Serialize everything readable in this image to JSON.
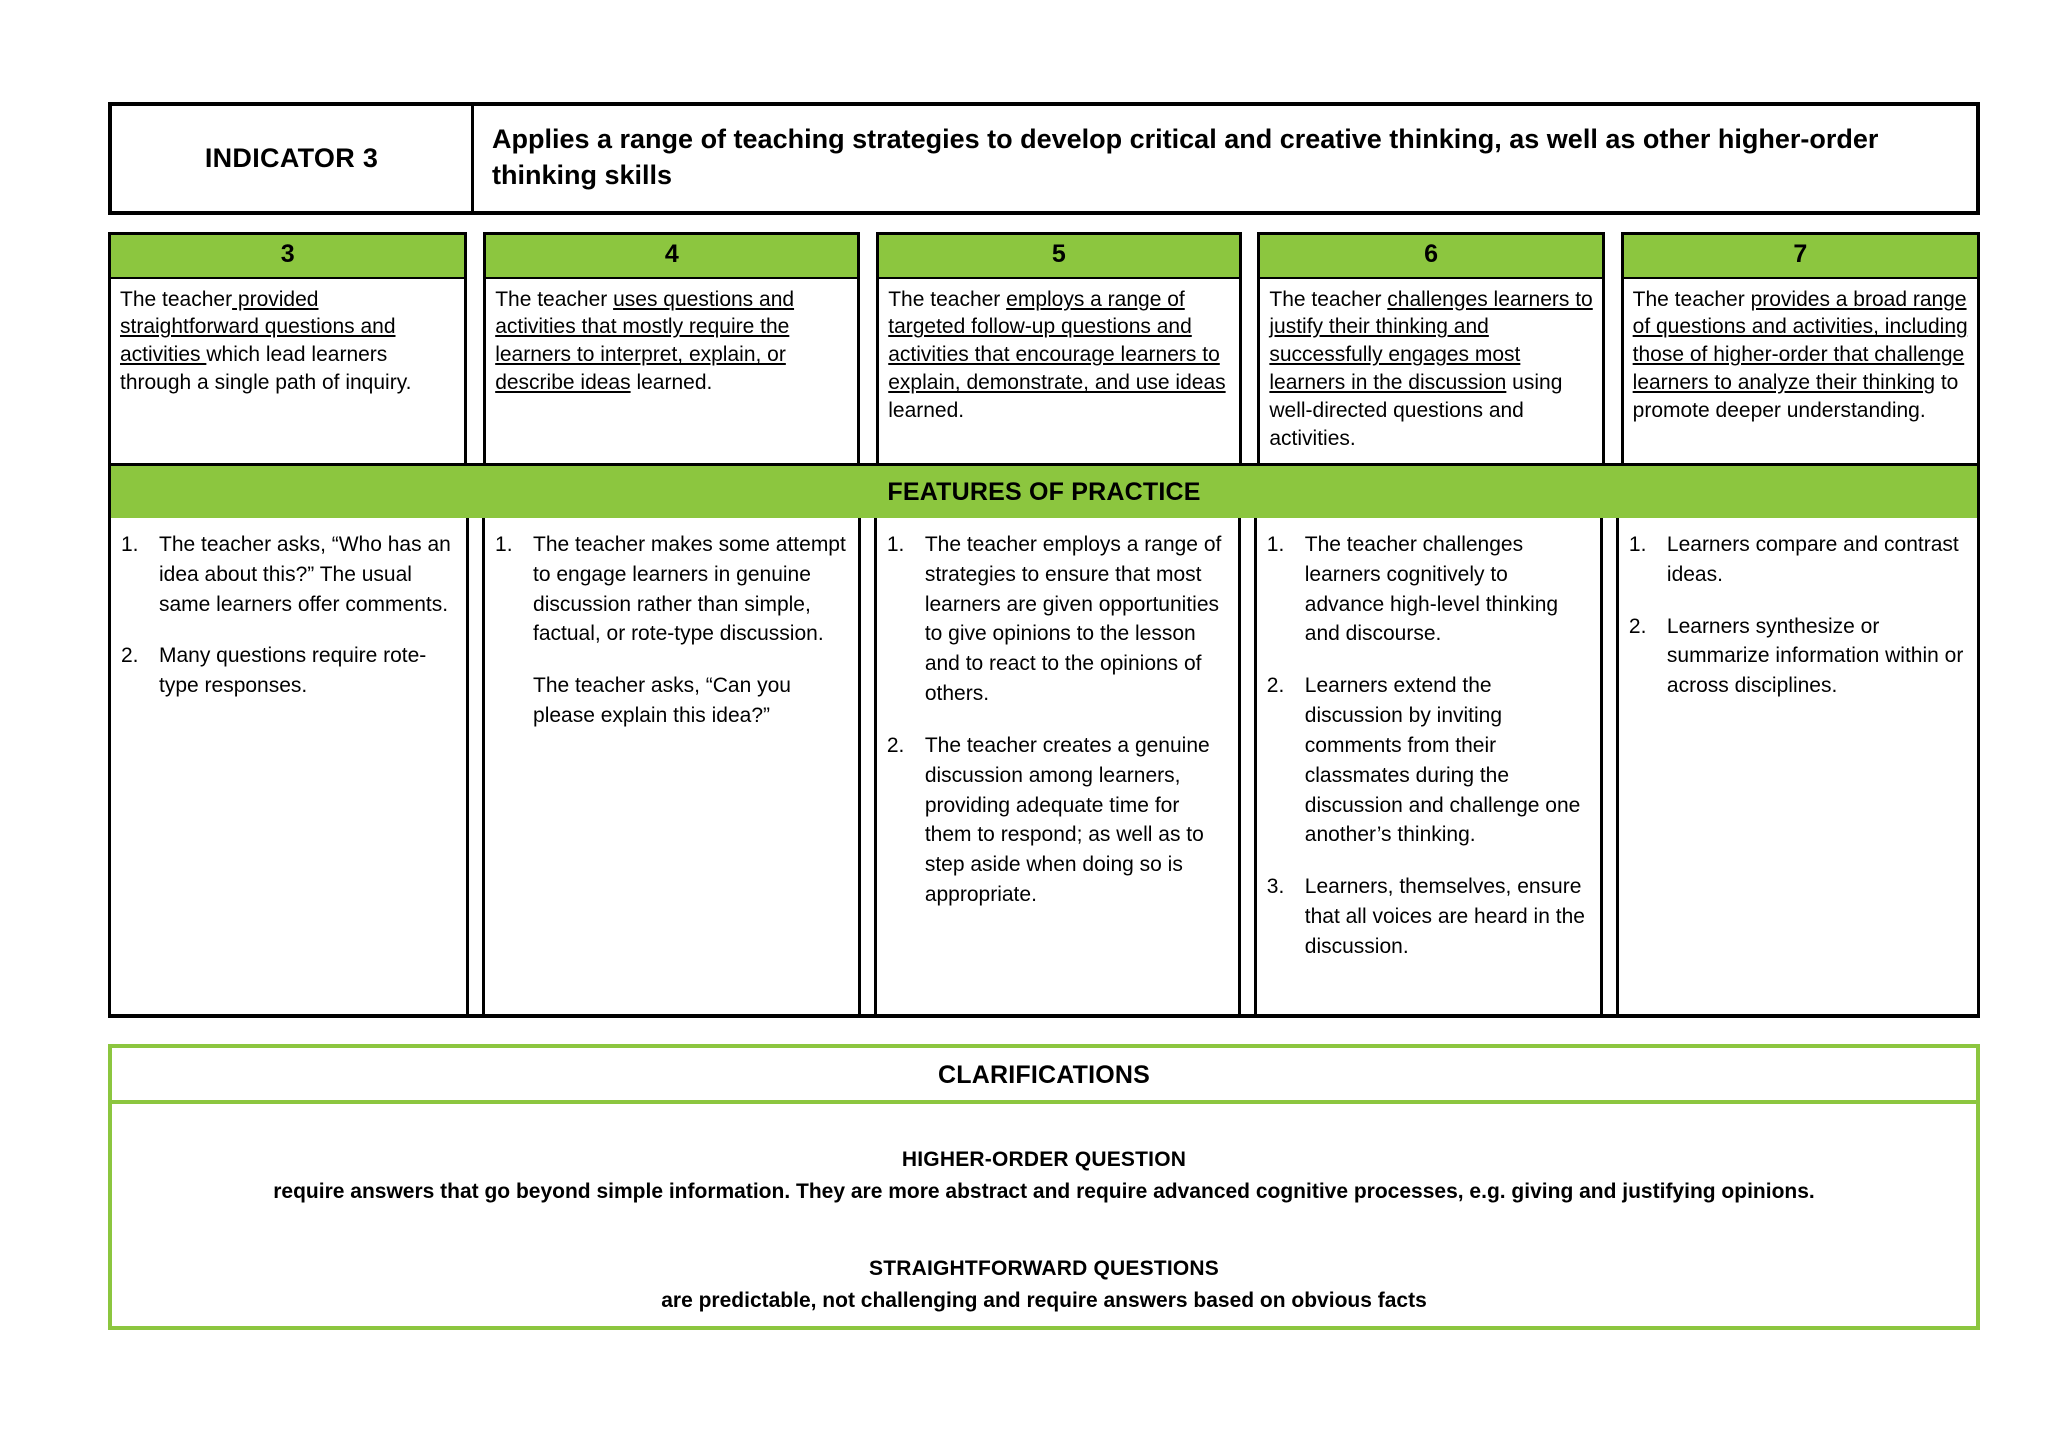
{
  "colors": {
    "accent_green": "#8CC63F",
    "border_black": "#000000",
    "background": "#FFFFFF"
  },
  "indicator": {
    "label": "INDICATOR 3",
    "title": "Applies a range of teaching strategies to develop critical and creative thinking, as well as other higher-order thinking skills"
  },
  "levels": [
    {
      "number": "3",
      "descriptor_html": "The teacher<u> provided straightforward questions and activities </u>which lead learners through a single path of inquiry."
    },
    {
      "number": "4",
      "descriptor_html": "The teacher <u>uses questions and activities that mostly require the learners to interpret, explain, or describe ideas</u> learned."
    },
    {
      "number": "5",
      "descriptor_html": "The teacher <u>employs a range of targeted follow-up questions and activities that encourage learners to explain, demonstrate, and use ideas</u> learned."
    },
    {
      "number": "6",
      "descriptor_html": "The teacher <u>challenges learners to justify their thinking and successfully engages most learners in the discussion</u> using well-directed questions and activities."
    },
    {
      "number": "7",
      "descriptor_html": "The teacher <u>provides a broad range of questions and activities, including those of higher-order that challenge learners to analyze their thinking</u> to promote deeper understanding."
    }
  ],
  "features_of_practice": {
    "band_title": "FEATURES OF PRACTICE",
    "columns": [
      {
        "level": "3",
        "items": [
          "The teacher asks, “Who has an idea about this?” The usual same learners offer comments.",
          "Many questions require rote-type responses."
        ],
        "extra": ""
      },
      {
        "level": "4",
        "items": [
          "The teacher makes some attempt to engage learners in genuine discussion rather than simple, factual, or rote-type discussion."
        ],
        "extra": "The teacher asks, “Can you please explain this idea?”"
      },
      {
        "level": "5",
        "items": [
          "The teacher employs a range of strategies to ensure that most learners are given opportunities to give opinions to the lesson and to react to the opinions of others.",
          "The teacher creates a genuine discussion among learners, providing adequate time for them to respond; as well as to step aside when doing so is appropriate."
        ],
        "extra": ""
      },
      {
        "level": "6",
        "items": [
          "The teacher challenges learners cognitively to advance high-level thinking and discourse.",
          "Learners extend the discussion by inviting comments from their classmates during the discussion and challenge one another’s thinking.",
          "Learners, themselves, ensure that all voices are heard in the discussion."
        ],
        "extra": ""
      },
      {
        "level": "7",
        "items": [
          "Learners compare and contrast ideas.",
          "Learners synthesize or summarize information within or across disciplines."
        ],
        "extra": ""
      }
    ]
  },
  "clarifications": {
    "header": "CLARIFICATIONS",
    "entries": [
      {
        "term": "HIGHER-ORDER QUESTION",
        "definition": "require answers that go beyond simple information. They are more abstract and require advanced cognitive processes, e.g. giving and justifying opinions."
      },
      {
        "term": "STRAIGHTFORWARD QUESTIONS",
        "definition": "are predictable, not challenging and require answers based on obvious facts"
      }
    ]
  }
}
